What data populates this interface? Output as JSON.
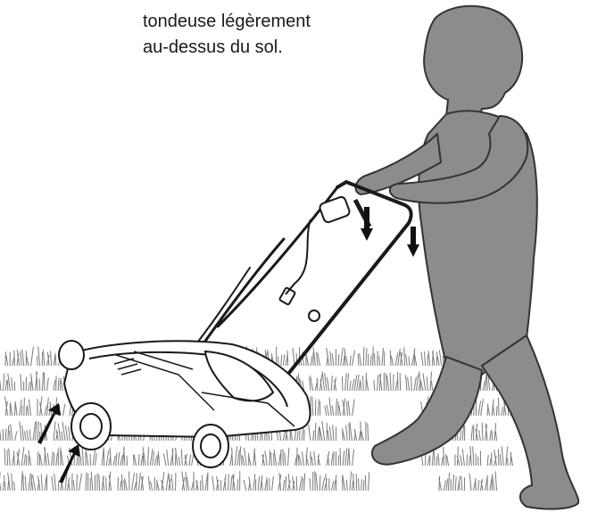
{
  "caption": {
    "line1": "tondeuse légèrement",
    "line2": "au-dessus du sol."
  },
  "colors": {
    "person_fill": "#8c8c8c",
    "outline": "#1a1a1a",
    "grass": "#7a7a7a",
    "arrow": "#111111"
  },
  "icons": [
    "person-silhouette",
    "lawn-mower",
    "down-arrow",
    "up-right-arrow",
    "grass"
  ]
}
